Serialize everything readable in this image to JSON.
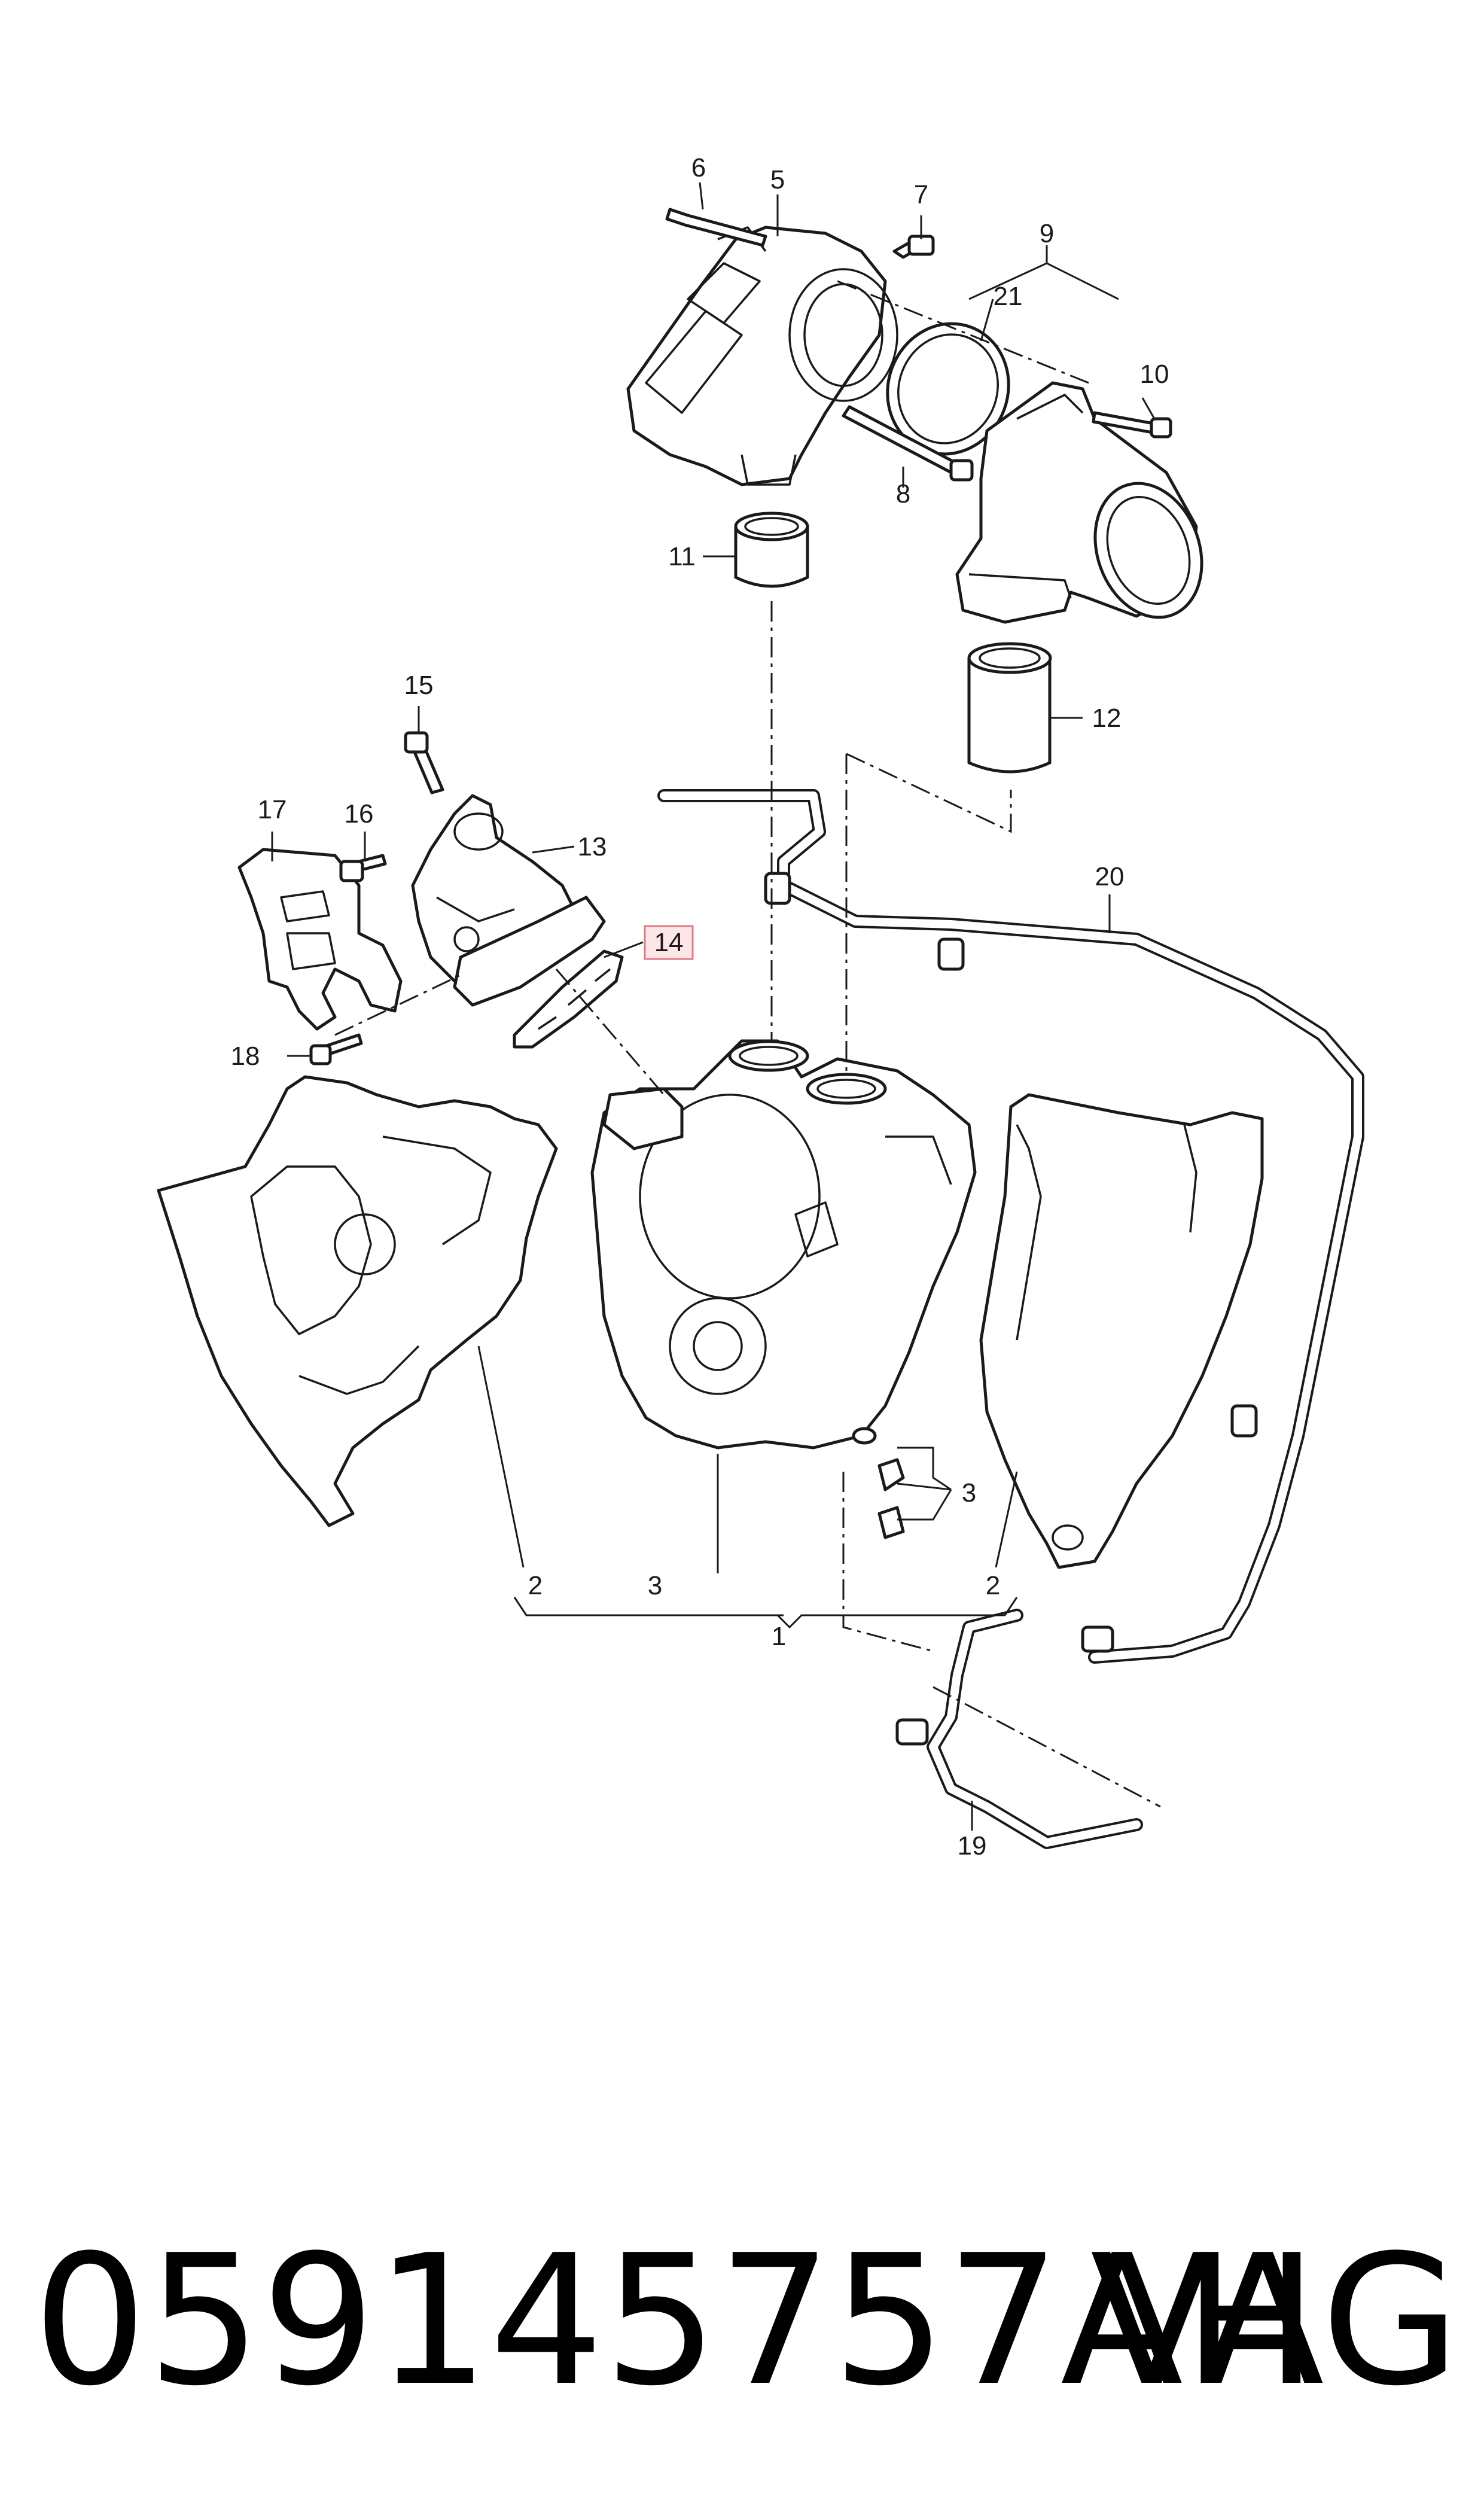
{
  "diagram": {
    "callouts": {
      "c1": "1",
      "c2a": "2",
      "c2b": "2",
      "c3a": "3",
      "c3b": "3",
      "c5": "5",
      "c6": "6",
      "c7": "7",
      "c8": "8",
      "c9": "9",
      "c10": "10",
      "c11": "11",
      "c12": "12",
      "c13": "13",
      "c14": "14",
      "c15": "15",
      "c16": "16",
      "c17": "17",
      "c18": "18",
      "c19": "19",
      "c20": "20",
      "c21": "21"
    },
    "highlight": {
      "callout": "14",
      "fill": "#fde6e8",
      "stroke": "#e07a84"
    }
  },
  "footer": {
    "part_number": "059145757AH",
    "brand": "VAG"
  }
}
